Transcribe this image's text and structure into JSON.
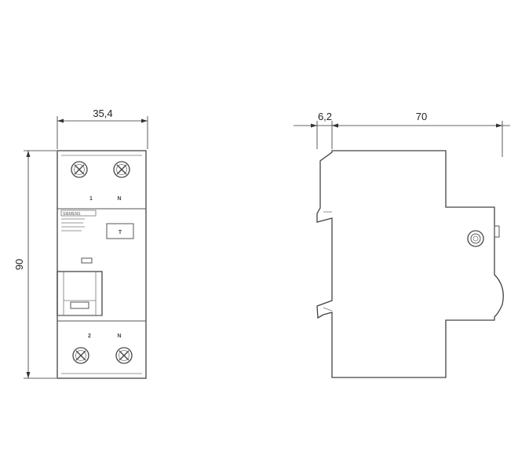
{
  "dimensions": {
    "front_width": "35,4",
    "front_height": "90",
    "side_offset": "6,2",
    "side_depth": "70"
  },
  "front_view": {
    "top_terminals": [
      "1",
      "N"
    ],
    "bottom_terminals": [
      "2",
      "N"
    ],
    "brand_text": "SIEMENS",
    "test_button": "T"
  }
}
